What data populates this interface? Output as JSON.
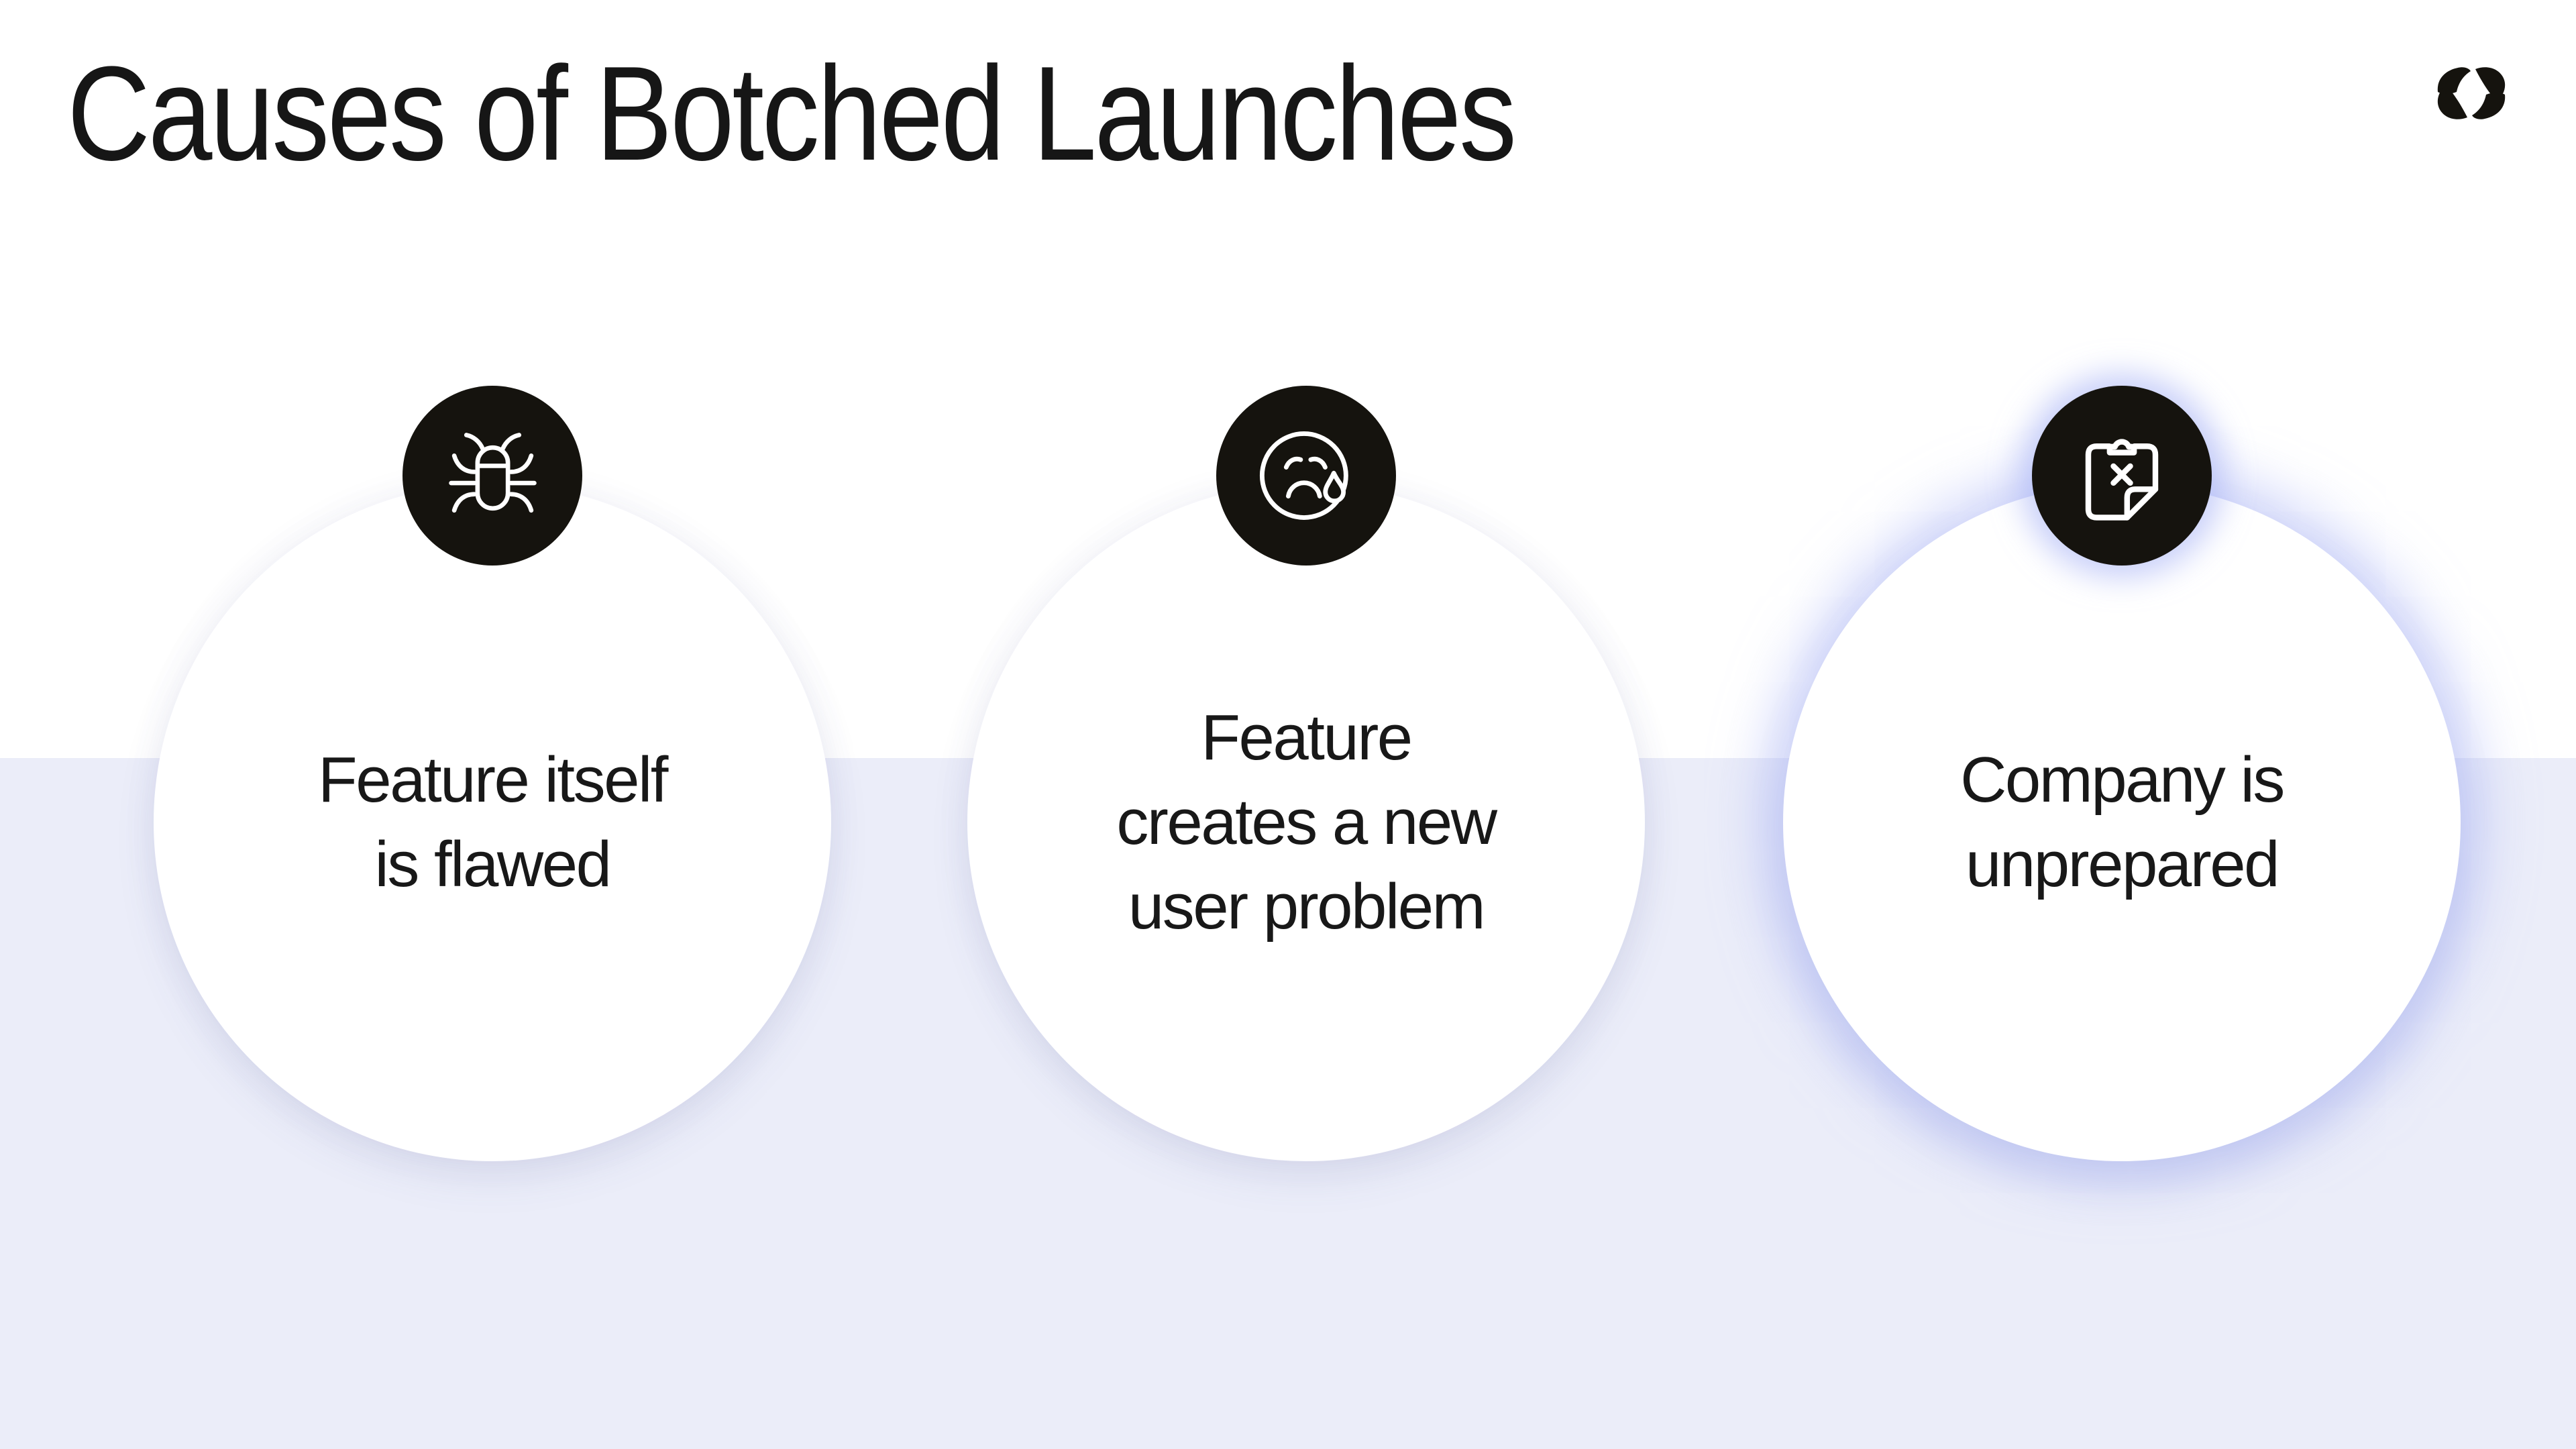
{
  "page": {
    "title": "Causes of Botched Launches"
  },
  "brand": {
    "logo": "reforge-mark"
  },
  "causes": [
    {
      "icon": "bug-icon",
      "label": "Feature itself is flawed",
      "lines": [
        "Feature itself",
        "is flawed",
        ""
      ],
      "highlighted": false
    },
    {
      "icon": "crying-face-icon",
      "label": "Feature creates a new user problem",
      "lines": [
        "Feature",
        "creates a new",
        "user problem"
      ],
      "highlighted": false
    },
    {
      "icon": "clipboard-x-icon",
      "label": "Company is unprepared",
      "lines": [
        "Company is",
        "unprepared",
        ""
      ],
      "highlighted": true
    }
  ],
  "colors": {
    "background_top": "#ffffff",
    "background_bottom": "#ebedf9",
    "badge_background": "#15130e",
    "icon_stroke": "#ffffff",
    "text": "#181818",
    "highlight_glow": "#a4affa"
  }
}
